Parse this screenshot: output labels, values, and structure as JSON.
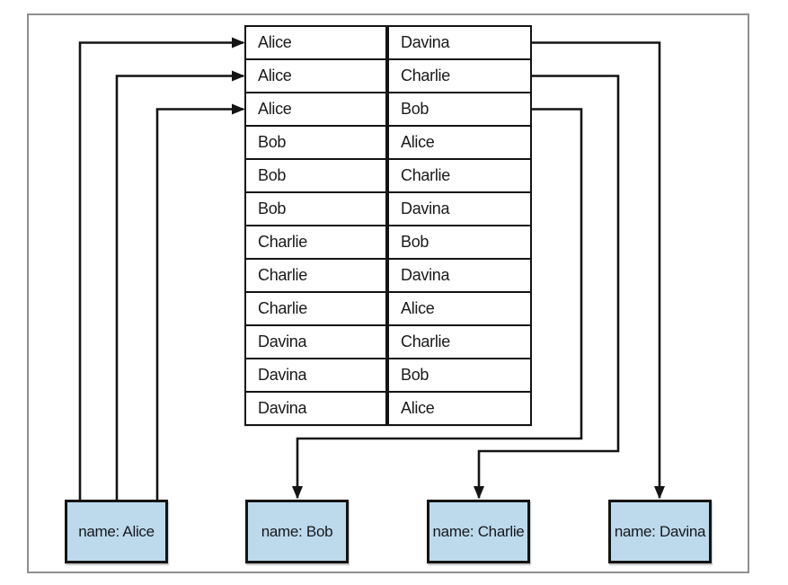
{
  "figure": {
    "join_table": {
      "rows": [
        [
          "Alice",
          "Davina"
        ],
        [
          "Alice",
          "Charlie"
        ],
        [
          "Alice",
          "Bob"
        ],
        [
          "Bob",
          "Alice"
        ],
        [
          "Bob",
          "Charlie"
        ],
        [
          "Bob",
          "Davina"
        ],
        [
          "Charlie",
          "Bob"
        ],
        [
          "Charlie",
          "Davina"
        ],
        [
          "Charlie",
          "Alice"
        ],
        [
          "Davina",
          "Charlie"
        ],
        [
          "Davina",
          "Bob"
        ],
        [
          "Davina",
          "Alice"
        ]
      ]
    },
    "nodes": [
      {
        "id": "alice",
        "label": "name: Alice"
      },
      {
        "id": "bob",
        "label": "name: Bob"
      },
      {
        "id": "charlie",
        "label": "name: Charlie"
      },
      {
        "id": "davina",
        "label": "name: Davina"
      }
    ],
    "edges": [
      {
        "from": "node:alice",
        "to": "row:1"
      },
      {
        "from": "node:alice",
        "to": "row:2"
      },
      {
        "from": "node:alice",
        "to": "row:3"
      },
      {
        "from": "row:1",
        "to": "node:davina"
      },
      {
        "from": "row:2",
        "to": "node:charlie"
      },
      {
        "from": "row:3",
        "to": "node:bob"
      }
    ],
    "colors": {
      "node_fill": "#bdd9ec",
      "line": "#141414",
      "frame_border": "#8f8f8f",
      "background": "#ffffff"
    }
  }
}
